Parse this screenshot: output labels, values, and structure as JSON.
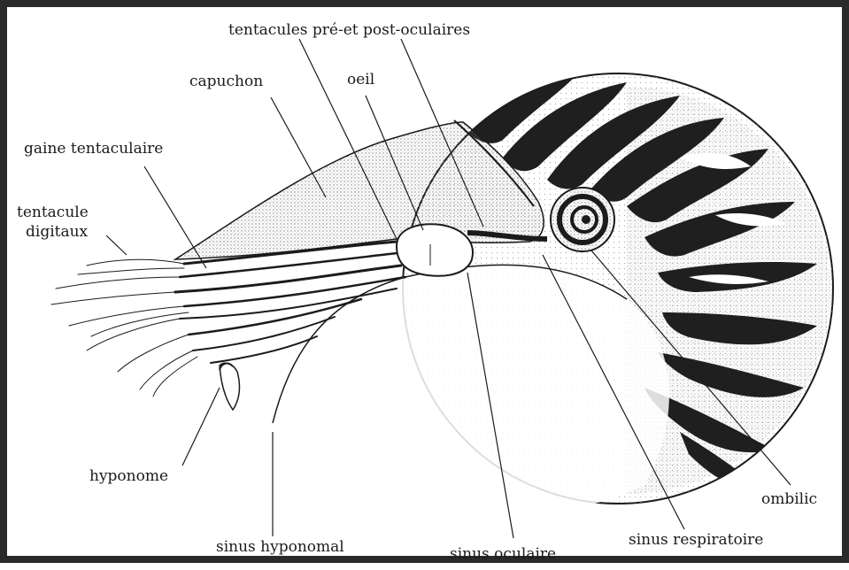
{
  "labels": {
    "tentacles_pre_post": "tentacules pré-et post-oculaires",
    "capuchon": "capuchon",
    "oeil": "oeil",
    "gaine": "gaine tentaculaire",
    "tentacule_digitaux_line1": "tentacule",
    "tentacule_digitaux_line2": "digitaux",
    "hyponome": "hyponome",
    "sinus_hyponomal": "sinus hyponomal",
    "sinus_oculaire": "sinus oculaire",
    "sinus_respiratoire": "sinus respiratoire",
    "ombilic": "ombilic"
  },
  "colors": {
    "ink": "#1b1b1b",
    "frame": "#2a2a2a",
    "stipple": "#8a8a8a"
  }
}
